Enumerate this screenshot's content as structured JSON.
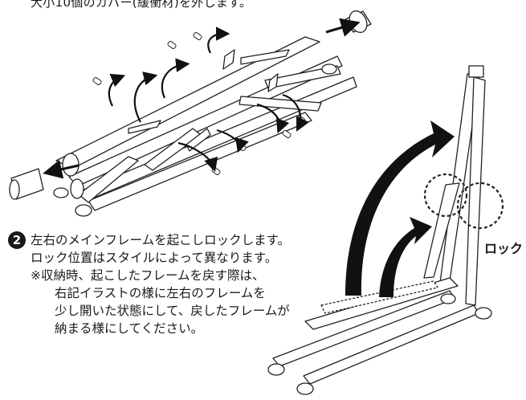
{
  "header": {
    "caption": "大小10個のカバー(緩衝材)を外します。"
  },
  "step2": {
    "number": "2",
    "lines": [
      "左右のメインフレームを起こしロックします。",
      "ロック位置はスタイルによって異なります。",
      "※収納時、起こしたフレームを戻す際は、",
      "右記イラストの様に左右のフレームを",
      "少し開いた状態にして、戻したフレームが",
      "納まる様にしてください。"
    ]
  },
  "labels": {
    "lock": "ロック"
  }
}
